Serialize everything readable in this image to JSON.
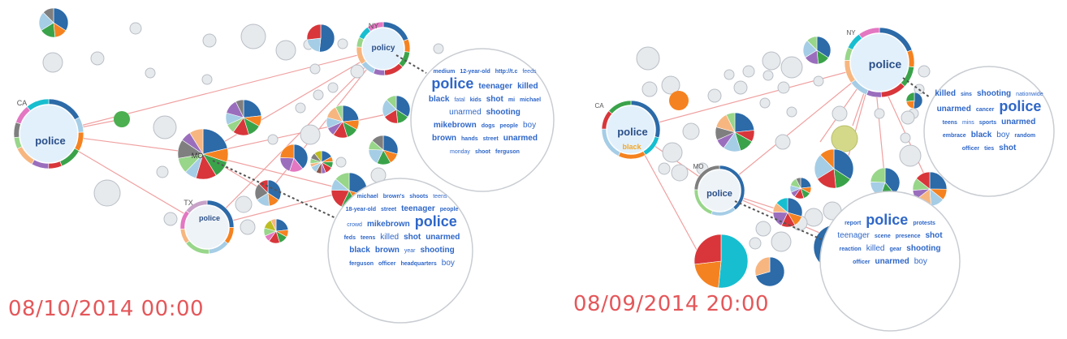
{
  "panels": [
    {
      "timestamp": "08/10/2014 00:00",
      "state_labels": [
        "CA",
        "NY",
        "MO",
        "TX"
      ],
      "hub_labels": [
        "police",
        "policy",
        "police"
      ],
      "wordclouds": [
        {
          "words": [
            "medium",
            "12-year-old",
            "http://t.c",
            "feeds",
            "police",
            "teenager",
            "killed",
            "black",
            "fatal",
            "kids",
            "shot",
            "mi",
            "michael",
            "unarmed",
            "shooting",
            "mikebrown",
            "dogs",
            "people",
            "boy",
            "brown",
            "hands",
            "street",
            "unarmed",
            "monday",
            "shoot",
            "ferguson"
          ]
        },
        {
          "words": [
            "michael",
            "brown's",
            "shoots",
            "teens",
            "18-year-old",
            "street",
            "teenager",
            "people",
            "crowd",
            "mikebrown",
            "police",
            "feds",
            "teens",
            "killed",
            "shot",
            "unarmed",
            "black",
            "brown",
            "year",
            "shooting",
            "ferguson",
            "officer",
            "headquarters",
            "boy"
          ]
        }
      ]
    },
    {
      "timestamp": "08/09/2014 20:00",
      "state_labels": [
        "CA",
        "MO",
        "NY"
      ],
      "hub_labels": [
        "police",
        "police",
        "police"
      ],
      "hub_sublabel": "black",
      "wordclouds": [
        {
          "words": [
            "killed",
            "sins",
            "shooting",
            "nationwide",
            "unarmed",
            "cancer",
            "police",
            "teens",
            "mins",
            "sports",
            "unarmed",
            "embrace",
            "black",
            "boy",
            "random",
            "officer",
            "ties",
            "shot"
          ]
        },
        {
          "words": [
            "report",
            "police",
            "protests",
            "teenager",
            "scene",
            "presence",
            "shot",
            "reaction",
            "killed",
            "gear",
            "shooting",
            "officer",
            "unarmed",
            "boy"
          ]
        }
      ]
    }
  ],
  "colors": {
    "timestamp": "#e4575a",
    "words": "#2f67c8",
    "edge": "#f0a0a0",
    "node_fill": "#e7eaed",
    "node_stroke": "#b9bfc6",
    "pie": [
      "#2c6aa8",
      "#f58220",
      "#3aa34a",
      "#d8363a",
      "#9a6ebd",
      "#8c564b",
      "#e377c2",
      "#a5cde6",
      "#f7b680",
      "#98d68a",
      "#7f7f7f",
      "#bcbd22",
      "#17becf",
      "#c8a2c8"
    ]
  }
}
